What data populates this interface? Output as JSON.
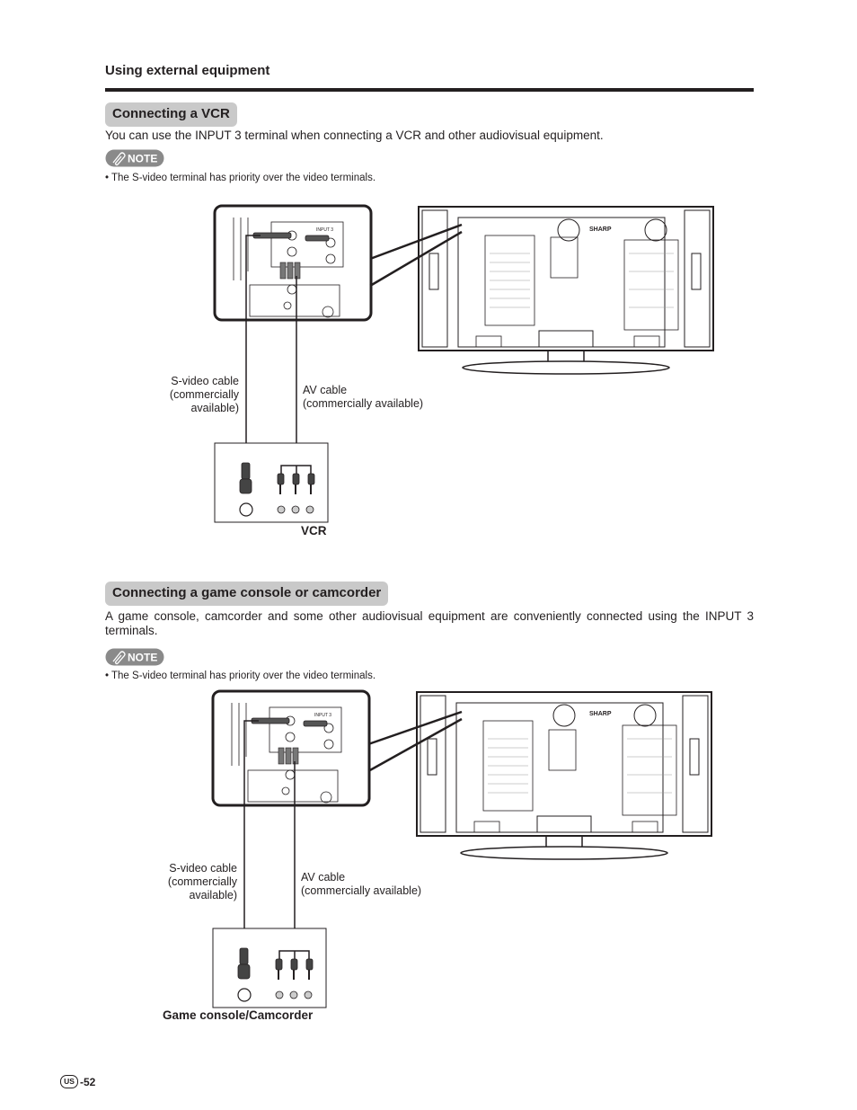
{
  "header": {
    "title": "Using external equipment"
  },
  "section1": {
    "heading": "Connecting a VCR",
    "intro": "You can use the INPUT 3 terminal when connecting a VCR and other audiovisual equipment.",
    "note_label": "NOTE",
    "note_bullet": "• The S-video terminal has priority over the video terminals.",
    "figure": {
      "svideo_cable": [
        "S-video cable",
        "(commercially",
        "available)"
      ],
      "av_cable": [
        "AV cable",
        "(commercially available)"
      ],
      "device": "VCR",
      "panel_label": "INPUT 3",
      "brand": "SHARP"
    }
  },
  "section2": {
    "heading": "Connecting a game console or camcorder",
    "intro": "A game console, camcorder and some other audiovisual equipment are conveniently connected using the INPUT 3 terminals.",
    "note_label": "NOTE",
    "note_bullet": "• The S-video terminal has priority over the video terminals.",
    "figure": {
      "svideo_cable": [
        "S-video cable",
        "(commercially",
        "available)"
      ],
      "av_cable": [
        "AV cable",
        "(commercially available)"
      ],
      "device": "Game console/Camcorder",
      "panel_label": "INPUT 3",
      "brand": "SHARP"
    }
  },
  "footer": {
    "region_badge": "US",
    "page_number": "-52"
  }
}
